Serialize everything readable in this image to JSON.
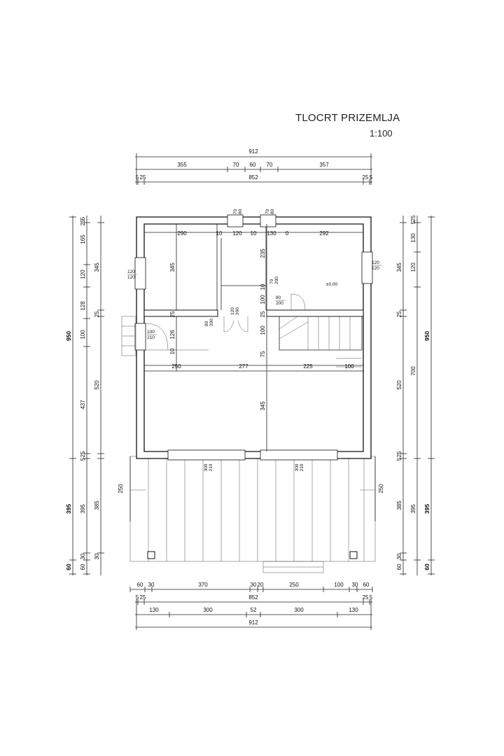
{
  "title": "TLOCRT PRIZEMLJA",
  "scale": "1:100",
  "dims": {
    "top": {
      "total": "912",
      "row1": [
        "355",
        "70",
        "60",
        "70",
        "357"
      ],
      "row2": [
        "5",
        "25",
        "852",
        "25",
        "5"
      ]
    },
    "bottom": {
      "row1": [
        "60",
        "30",
        "370",
        "30",
        "20",
        "250",
        "100",
        "30",
        "60"
      ],
      "row2": [
        "5",
        "25",
        "852",
        "25",
        "5"
      ],
      "row3": [
        "130",
        "300",
        "52",
        "300",
        "130"
      ],
      "total": "912"
    },
    "left": {
      "outer": [
        "950",
        "395",
        "60"
      ],
      "mid": [
        "5",
        "25",
        "165",
        "120",
        "128",
        "100",
        "437",
        "25",
        "5",
        "395",
        "30",
        "60"
      ],
      "inner": [
        "345",
        "25",
        "520",
        "385",
        "30"
      ]
    },
    "right": {
      "outer": [
        "950",
        "395",
        "60"
      ],
      "mid": [
        "25",
        "5",
        "130",
        "120",
        "700",
        "395"
      ],
      "inner": [
        "345",
        "25",
        "520",
        "25",
        "5",
        "385",
        "30",
        "60"
      ]
    }
  },
  "rooms": {
    "w1": "290",
    "w2": "10",
    "w3": "120",
    "w4": "10",
    "w5": "130",
    "w6": "0",
    "w7": "292",
    "h_left": "345",
    "h_bath": "235",
    "h_s1": "10",
    "h_s2": "100",
    "h_s3": "25",
    "h_hall1": "100",
    "h_hall2": "75",
    "h_main": "345",
    "h_entry": "126",
    "h_e25": "25",
    "h_e10": "10",
    "w_liv1": "250",
    "w_liv2": "277",
    "w_liv3": "225",
    "w_liv4": "100",
    "level": "±0.00",
    "terrace_left": "250",
    "terrace_right": "250"
  },
  "openings": {
    "win_top1": [
      "70",
      "80"
    ],
    "win_top2": [
      "70",
      "80"
    ],
    "win_left": [
      "120",
      "120"
    ],
    "win_right": [
      "120",
      "120"
    ],
    "door_bath": [
      "70",
      "200"
    ],
    "door_room": [
      "80",
      "200"
    ],
    "door_closet": [
      "120",
      "200"
    ],
    "door_wc": [
      "80",
      "200"
    ],
    "door_entry": [
      "100",
      "210"
    ],
    "door_terr1": [
      "300",
      "210"
    ],
    "door_terr2": [
      "300",
      "210"
    ]
  }
}
